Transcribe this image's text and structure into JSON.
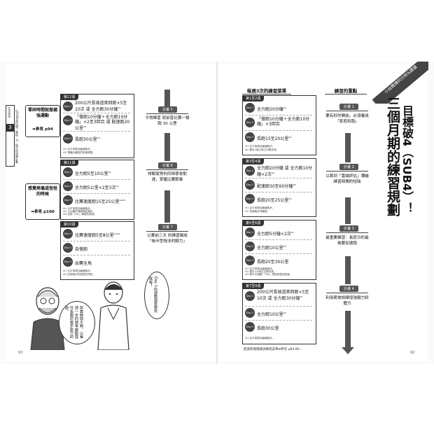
{
  "left_page": {
    "chapter_tab": {
      "label": "Lesson",
      "number": "3",
      "sub": "以SUB4為目標！階段（1）個月的訓練計劃"
    },
    "side_tips": [
      {
        "text": "零碎時間就做補強運動",
        "ref": "➡參見 p94"
      },
      {
        "text": "感覺疼痛或怪怪的時候",
        "ref": "➡參見 p100"
      }
    ],
    "weeks": [
      {
        "title": "第12週",
        "days": [
          {
            "badge": "Day 1",
            "text": "200公尺長坡道來回跑×5至10次 或 全力跑30分鐘",
            "mark": "※1"
          },
          {
            "badge": "Day 2",
            "text": "「慢跑10分鐘＋全力跑10分鐘」×2至3回合 或 配速跑20公里",
            "mark": "※2"
          },
          {
            "badge": "Day 3",
            "text": "長跑30公里",
            "mark": "※3"
          }
        ],
        "notes": [
          "※1 比平常更加緩緩跑步。",
          "※2 預備比賽前的配速調整。"
        ]
      },
      {
        "title": "第11週",
        "days": [
          {
            "badge": "Day 1",
            "text": "全力跑5至10公里",
            "mark": "※1"
          },
          {
            "badge": "Day 2",
            "text": "全力跑5公里×2至3次",
            "mark": "※1"
          },
          {
            "badge": "Day 3",
            "text": "比賽速度跑15至25公里",
            "mark": "※2※3"
          }
        ],
        "notes": [
          "※1 比平常更加緩緩跑步。",
          "※2 以比賽的速度穩定跑步。",
          "※3 記錄「Set」練習的感覺。"
        ]
      },
      {
        "title": "第10週",
        "days": [
          {
            "badge": "Day 1",
            "text": "比賽速度跑5至8公里",
            "mark": "※1※2"
          },
          {
            "badge": "Day 2",
            "text": "自慢跑"
          },
          {
            "badge": "Day 3",
            "text": "出賽全馬"
          }
        ],
        "notes": [
          "※1 比平常更加緩緩跑步。",
          "※2 記錄跑步的感覺的資訊。"
        ]
      }
    ],
    "speech_right": "Day 1的運動還是要完成喔！",
    "speech_left": "就算時間不夠，以每週一天的頻率都能提升長跑的跑步能力的說。",
    "page_number": "93"
  },
  "center_flow": {
    "plans": [
      {
        "label": "計畫 5",
        "text": "平常練習 就前曾比賽一樣 跑 30 公里"
      },
      {
        "label": "計畫 6",
        "text": "排解疲勞的同時學會配速，掌握比賽節奏"
      },
      {
        "label": "計畫 7",
        "text": "以賽前三天 的練習讓成 「後半型拖法的腳力」"
      }
    ]
  },
  "right_page": {
    "col_heads": [
      "每週3次的練習菜單",
      "練習的重點"
    ],
    "weeks": [
      {
        "title": "第1至2週",
        "days": [
          {
            "badge": "Day 1",
            "text": "全力跑20分鐘",
            "mark": "※1"
          },
          {
            "badge": "Day 2",
            "text": "「慢跑10分鐘＋全力跑10分鐘」×3回合"
          },
          {
            "badge": "Day 3",
            "text": "長跑15至20公里",
            "mark": "※2"
          }
        ],
        "notes": [
          "※1 比平常更加緩緩跑步。",
          "※2 要在1個小時之內跑完成。"
        ]
      },
      {
        "title": "第3至4週",
        "days": [
          {
            "badge": "Day 1",
            "text": "全力跑20分鐘 或 全力跑10分鐘×2次",
            "mark": "※1"
          },
          {
            "badge": "Day 2",
            "text": "配速跑30至60分鐘",
            "mark": "※2"
          },
          {
            "badge": "Day 3",
            "text": "長跑20至25公里",
            "mark": "※3"
          }
        ],
        "notes": [
          "※1 比平常更加緩緩跑步。",
          "※2 快速跑步的練習。"
        ]
      },
      {
        "title": "第5至6週",
        "days": [
          {
            "badge": "Day 1",
            "text": "全力跑5分鐘×2次",
            "mark": "※1"
          },
          {
            "badge": "Day 2",
            "text": "全力跑10公里",
            "mark": "※2"
          },
          {
            "badge": "Day 3",
            "text": "長跑20至30公里"
          }
        ],
        "notes": [
          "※1 比平常更加緩緩跑步。",
          "※2 要在1小時左右跑完成。",
          "※3 跑30分鐘的「Set」感覺的穩定配速。"
        ]
      },
      {
        "title": "第7至9週",
        "days": [
          {
            "badge": "Day 1",
            "text": "200公尺長坡道來回跑×5至10次 或 全力跑30分鐘",
            "mark": "※1"
          },
          {
            "badge": "Day 2",
            "text": "全力跑10公里",
            "mark": "※2"
          },
          {
            "badge": "Day 3",
            "text": "長跑30公里"
          }
        ],
        "notes": [
          "※1 比平常更加緩緩跑步。"
        ]
      }
    ],
    "plans": [
      {
        "label": "計畫 1",
        "text": "要有好的開始，必須養成「家庭和跑」"
      },
      {
        "label": "計畫 2",
        "text": "以跑到「雲端評估」彌補練習時間的短缺"
      },
      {
        "label": "計畫 3",
        "text": "最重要練習：長距日的最後要加速跑"
      },
      {
        "label": "計畫 4",
        "text": "利用爬坡訓練增強腳力和體力"
      }
    ],
    "corner_banner": "小出教練的分析&建議",
    "title_lines": [
      "目標破4（SUB4）！",
      "三個月期的練習規劃"
    ],
    "footer_ref": "配速和慢慢練訓練習菜單➡參見 p84-86・",
    "page_number": "92"
  }
}
